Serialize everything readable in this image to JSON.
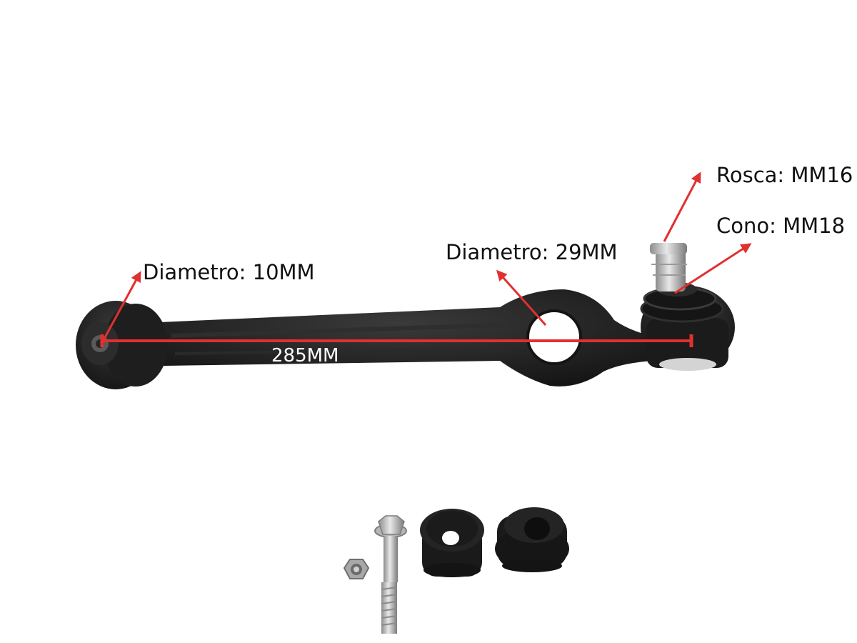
{
  "labels": {
    "rosca": "Rosca: MM16",
    "cono": "Cono: MM18",
    "diametro_29": "Diametro: 29MM",
    "diametro_10": "Diametro: 10MM",
    "length": "285MM"
  },
  "colors": {
    "arrow": "#e03030",
    "part": "#1c1c1c",
    "metal": "#b9b9b9",
    "background": "#ffffff"
  }
}
